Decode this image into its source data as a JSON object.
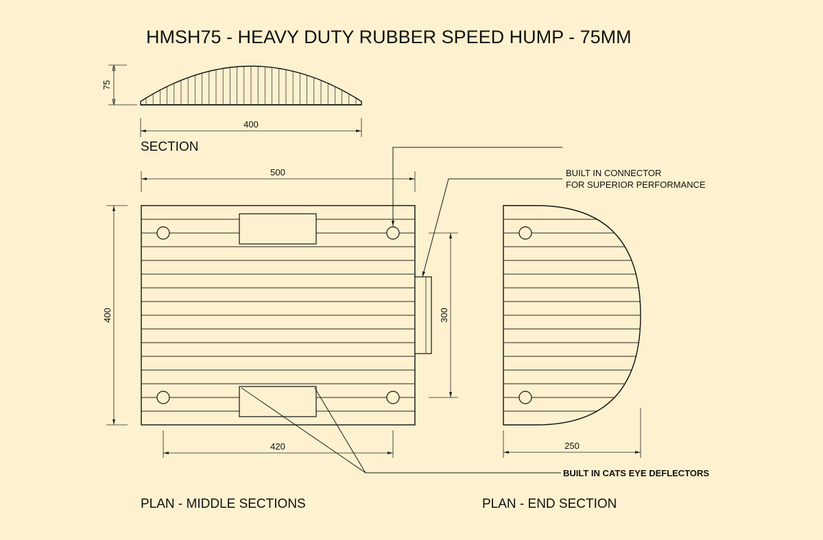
{
  "title": "HMSH75 - HEAVY DUTY RUBBER SPEED HUMP - 75MM",
  "section": {
    "label": "SECTION",
    "height_dim": "75",
    "width_dim": "400"
  },
  "plan_middle": {
    "label": "PLAN - MIDDLE SECTIONS",
    "width_dim": "500",
    "height_dim": "400",
    "hole_spacing_dim": "420",
    "connector_dim": "300"
  },
  "plan_end": {
    "label": "PLAN - END SECTION",
    "width_dim": "250"
  },
  "callouts": {
    "connector_line1": "BUILT  IN CONNECTOR",
    "connector_line2": "FOR SUPERIOR PERFORMANCE",
    "cats_eye": "BUILT IN CATS EYE DEFLECTORS"
  },
  "colors": {
    "background": "#fdf1cf",
    "line": "#1a1a1a"
  }
}
